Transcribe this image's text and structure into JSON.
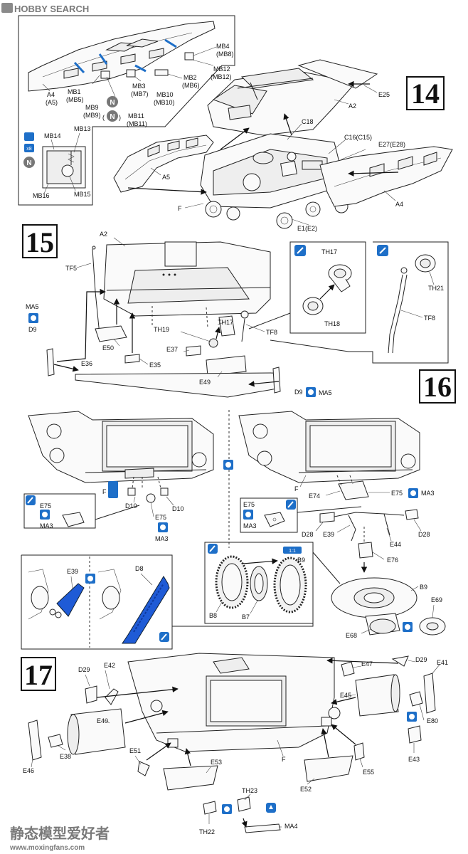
{
  "watermark": {
    "top_left": "HOBBY SEARCH",
    "bottom_cn": "静态模型爱好者",
    "bottom_url": "www.moxingfans.com"
  },
  "steps": {
    "s14": "14",
    "s15": "15",
    "s16": "16",
    "s17": "17"
  },
  "icons": {
    "n": "N",
    "n_paren_l": "(",
    "n_paren_r": ")",
    "scale": "1:1",
    "x8": "x8"
  },
  "labels14": {
    "mb4": "MB4",
    "mb8": "(MB8)",
    "mb12": "MB12",
    "mb12p": "(MB12)",
    "mb2": "MB2",
    "mb6": "(MB6)",
    "mb3": "MB3",
    "mb7": "(MB7)",
    "mb10": "MB10",
    "mb10p": "(MB10)",
    "a4": "A4",
    "a5p": "(A5)",
    "mb1": "MB1",
    "mb5": "(MB5)",
    "mb9": "MB9",
    "mb9p": "(MB9)",
    "mb11": "MB11",
    "mb11p": "(MB11)",
    "e25": "E25",
    "a2": "A2",
    "c18": "C18",
    "c16": "C16(C15)",
    "e27": "E27(E28)",
    "a5": "A5",
    "a4b": "A4",
    "f": "F",
    "e1": "E1(E2)",
    "mb14": "MB14",
    "mb13": "MB13",
    "mb16": "MB16",
    "mb15": "MB15"
  },
  "labels15": {
    "a2": "A2",
    "tf5": "TF5",
    "ma5": "MA5",
    "d9": "D9",
    "e50": "E50",
    "e35": "E35",
    "e37": "E37",
    "th19": "TH19",
    "th17": "TH17",
    "tf8": "TF8",
    "e49": "E49",
    "e36": "E36",
    "d9b": "D9",
    "ma5b": "MA5",
    "th17b": "TH17",
    "th18": "TH18",
    "th21": "TH21",
    "tf8b": "TF8"
  },
  "labels16": {
    "f": "F",
    "d10a": "D10",
    "d10b": "D10",
    "e75": "E75",
    "ma3": "MA3",
    "e75b": "E75",
    "ma3b": "MA3",
    "f2": "F",
    "e74": "E74",
    "e75c": "E75",
    "ma3c": "MA3",
    "e75d": "E75",
    "ma3d": "MA3",
    "d28a": "D28",
    "e39": "E39",
    "d28b": "D28",
    "e44": "E44",
    "e76": "E76",
    "b9": "B9",
    "b9b": "B9",
    "b8": "B8",
    "b7": "B7",
    "e69": "E69",
    "e68": "E68",
    "e39b": "E39",
    "d8": "D8"
  },
  "labels17": {
    "d29": "D29",
    "e42": "E42",
    "e47": "E47",
    "d29b": "D29",
    "e41": "E41",
    "e45": "E45",
    "e80": "E80",
    "e40": "E40",
    "e43": "E43",
    "e46": "E46",
    "e38": "E38",
    "e51": "E51",
    "f": "F",
    "e53": "E53",
    "e55": "E55",
    "e52": "E52",
    "th23": "TH23",
    "th22": "TH22",
    "ma4": "MA4"
  },
  "colors": {
    "accent_blue": "#1e6fc8",
    "part_blue": "#1f5bd6"
  }
}
